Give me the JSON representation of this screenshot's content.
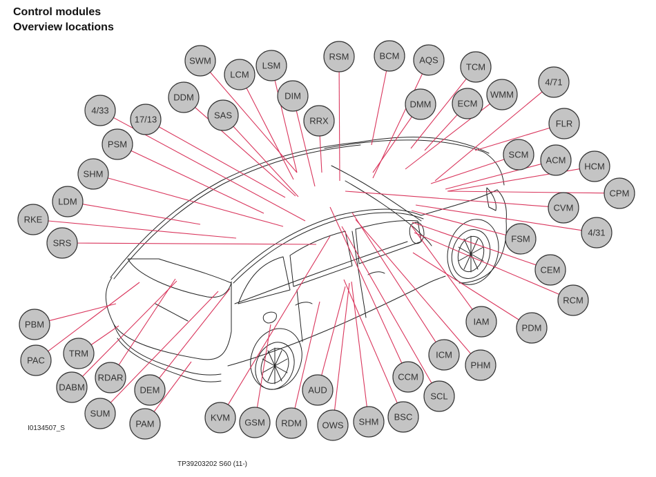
{
  "title": {
    "line1": "Control modules",
    "line2": "Overview locations"
  },
  "image_code": "I0134507_S",
  "reference": "TP39203202 S60 (11-)",
  "colors": {
    "leader_line": "#d9345b",
    "bubble_fill": "#c4c4c4",
    "bubble_stroke": "#333333",
    "car_outline": "#222222"
  },
  "modules": [
    {
      "id": "SWM",
      "label": "SWM"
    },
    {
      "id": "LCM",
      "label": "LCM"
    },
    {
      "id": "LSM",
      "label": "LSM"
    },
    {
      "id": "RSM",
      "label": "RSM"
    },
    {
      "id": "BCM",
      "label": "BCM"
    },
    {
      "id": "AQS",
      "label": "AQS"
    },
    {
      "id": "TCM",
      "label": "TCM"
    },
    {
      "id": "4/71",
      "label": "4/71"
    },
    {
      "id": "DDM",
      "label": "DDM"
    },
    {
      "id": "DIM",
      "label": "DIM"
    },
    {
      "id": "DMM",
      "label": "DMM"
    },
    {
      "id": "ECM",
      "label": "ECM"
    },
    {
      "id": "WMM",
      "label": "WMM"
    },
    {
      "id": "4/33",
      "label": "4/33"
    },
    {
      "id": "17/13",
      "label": "17/13"
    },
    {
      "id": "SAS",
      "label": "SAS"
    },
    {
      "id": "RRX",
      "label": "RRX"
    },
    {
      "id": "FLR",
      "label": "FLR"
    },
    {
      "id": "PSM",
      "label": "PSM"
    },
    {
      "id": "SCM",
      "label": "SCM"
    },
    {
      "id": "ACM",
      "label": "ACM"
    },
    {
      "id": "HCM",
      "label": "HCM"
    },
    {
      "id": "SHM-L",
      "label": "SHM"
    },
    {
      "id": "CPM",
      "label": "CPM"
    },
    {
      "id": "LDM",
      "label": "LDM"
    },
    {
      "id": "CVM",
      "label": "CVM"
    },
    {
      "id": "RKE",
      "label": "RKE"
    },
    {
      "id": "4/31",
      "label": "4/31"
    },
    {
      "id": "SRS",
      "label": "SRS"
    },
    {
      "id": "FSM",
      "label": "FSM"
    },
    {
      "id": "CEM",
      "label": "CEM"
    },
    {
      "id": "RCM",
      "label": "RCM"
    },
    {
      "id": "IAM",
      "label": "IAM"
    },
    {
      "id": "PDM",
      "label": "PDM"
    },
    {
      "id": "PBM",
      "label": "PBM"
    },
    {
      "id": "PAC",
      "label": "PAC"
    },
    {
      "id": "TRM",
      "label": "TRM"
    },
    {
      "id": "ICM",
      "label": "ICM"
    },
    {
      "id": "PHM",
      "label": "PHM"
    },
    {
      "id": "DABM",
      "label": "DABM"
    },
    {
      "id": "RDAR",
      "label": "RDAR"
    },
    {
      "id": "CCM",
      "label": "CCM"
    },
    {
      "id": "SCL",
      "label": "SCL"
    },
    {
      "id": "DEM",
      "label": "DEM"
    },
    {
      "id": "AUD",
      "label": "AUD"
    },
    {
      "id": "SUM",
      "label": "SUM"
    },
    {
      "id": "PAM",
      "label": "PAM"
    },
    {
      "id": "KVM",
      "label": "KVM"
    },
    {
      "id": "GSM",
      "label": "GSM"
    },
    {
      "id": "RDM",
      "label": "RDM"
    },
    {
      "id": "OWS",
      "label": "OWS"
    },
    {
      "id": "SHM-B",
      "label": "SHM"
    },
    {
      "id": "BSC",
      "label": "BSC"
    }
  ]
}
